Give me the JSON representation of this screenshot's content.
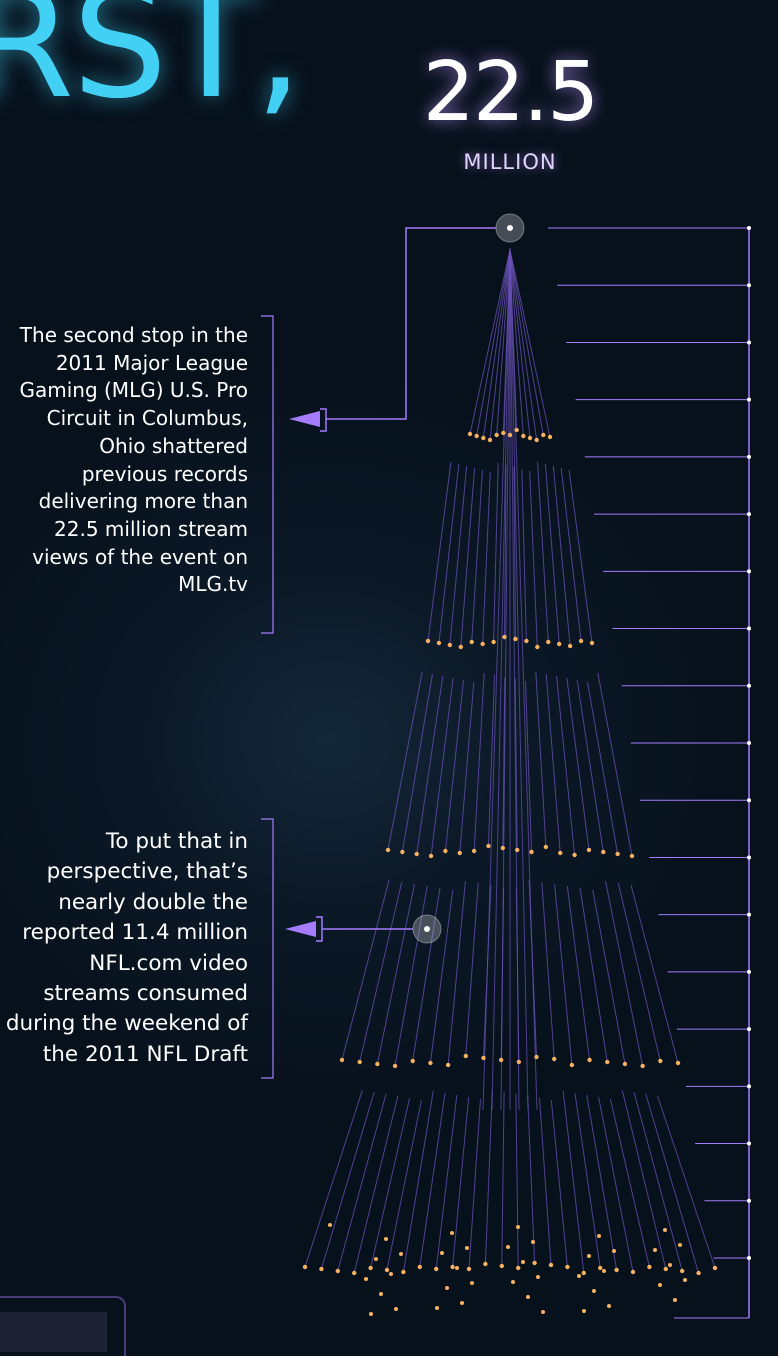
{
  "heading_fragment": "RST,",
  "stat": {
    "value": "22.5",
    "unit": "MILLION"
  },
  "notes": {
    "mlg": "The second stop in the 2011 Major League Gaming (MLG) U.S. Pro Circuit in Columbus, Ohio shattered previous records delivering more than 22.5 million stream views of the event on MLG.tv",
    "nfl": "To put that in perspective, that’s nearly double the reported 11.4 million NFL.com video streams consumed during the weekend of the 2011 NFL Draft"
  },
  "graphic": {
    "description_kind": "stream-view comparison tree",
    "top_value_millions": 22.5,
    "compare_value_millions": 11.4,
    "scale_tick_count": 19
  },
  "colors": {
    "accent_cyan": "#42d1f5",
    "accent_purple": "#a57bff",
    "line_purple": "#6a52b8",
    "dot_orange": "#f7b160",
    "background": "#0b1826"
  },
  "icons": [
    "arrow-left-icon",
    "node-marker-icon"
  ]
}
